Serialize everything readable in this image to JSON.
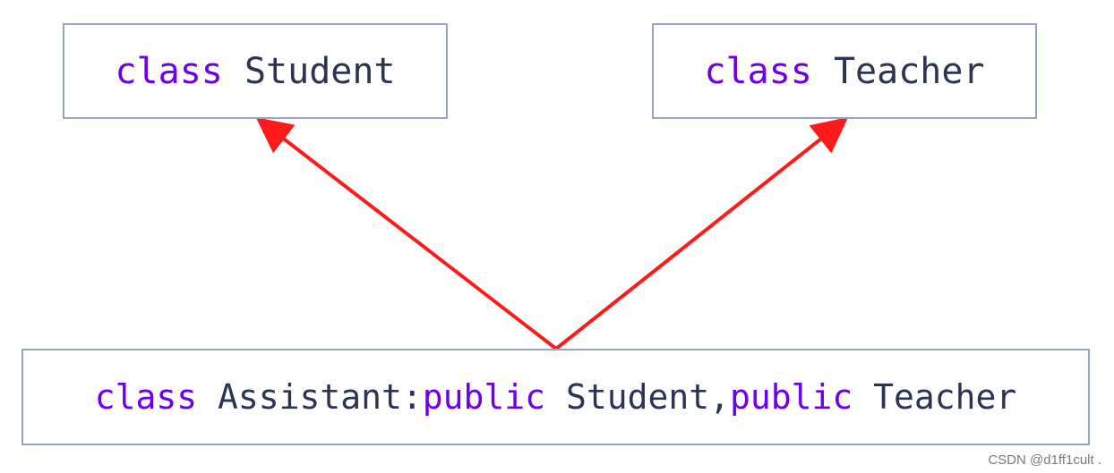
{
  "diagram": {
    "nodes": {
      "student": {
        "keyword": "class",
        "name": "Student"
      },
      "teacher": {
        "keyword": "class",
        "name": "Teacher"
      },
      "assistant": {
        "keyword": "class",
        "name": "Assistant",
        "colon": ":",
        "access1": "public",
        "base1": "Student",
        "comma": ",",
        "access2": "public",
        "base2": "Teacher"
      }
    },
    "edges": [
      {
        "from": "assistant",
        "to": "student"
      },
      {
        "from": "assistant",
        "to": "teacher"
      }
    ],
    "colors": {
      "keyword": "#6d00e6",
      "name": "#2b3450",
      "arrow": "#ff1a1a",
      "box_border": "#98a4bf"
    }
  },
  "watermark": "CSDN @d1ff1cult ."
}
